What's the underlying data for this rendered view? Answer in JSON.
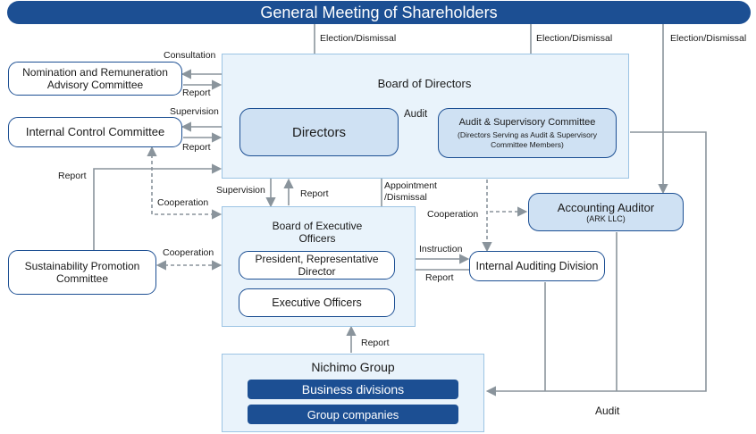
{
  "header": {
    "title": "General Meeting of Shareholders"
  },
  "board": {
    "title": "Board of Directors",
    "directors": "Directors",
    "asc_title": "Audit & Supervisory Committee",
    "asc_sub": "(Directors Serving as Audit & Supervisory Committee Members)"
  },
  "committees": {
    "nomination": "Nomination and Remuneration Advisory Committee",
    "internal_control": "Internal Control Committee",
    "sustainability": "Sustainability Promotion Committee"
  },
  "exec": {
    "title": "Board of Executive Officers",
    "president": "President, Representative Director",
    "officers": "Executive Officers"
  },
  "auditor": {
    "title": "Accounting Auditor",
    "sub": "(ARK LLC)"
  },
  "internal_audit": "Internal Auditing Division",
  "group": {
    "title": "Nichimo Group",
    "business": "Business divisions",
    "companies": "Group companies"
  },
  "labels": {
    "election1": "Election/Dismissal",
    "election2": "Election/Dismissal",
    "election3": "Election/Dismissal",
    "consultation": "Consultation",
    "report_nom": "Report",
    "supervision_ic": "Supervision",
    "report_ic": "Report",
    "report_sus": "Report",
    "audit_top": "Audit",
    "supervision_exec": "Supervision",
    "report_exec": "Report",
    "appointment": "Appointment /Dismissal",
    "coop_ic": "Cooperation",
    "coop_acc": "Cooperation",
    "coop_sus": "Cooperation",
    "instruction": "Instruction",
    "report_iad": "Report",
    "report_group": "Report",
    "audit_bottom": "Audit"
  }
}
